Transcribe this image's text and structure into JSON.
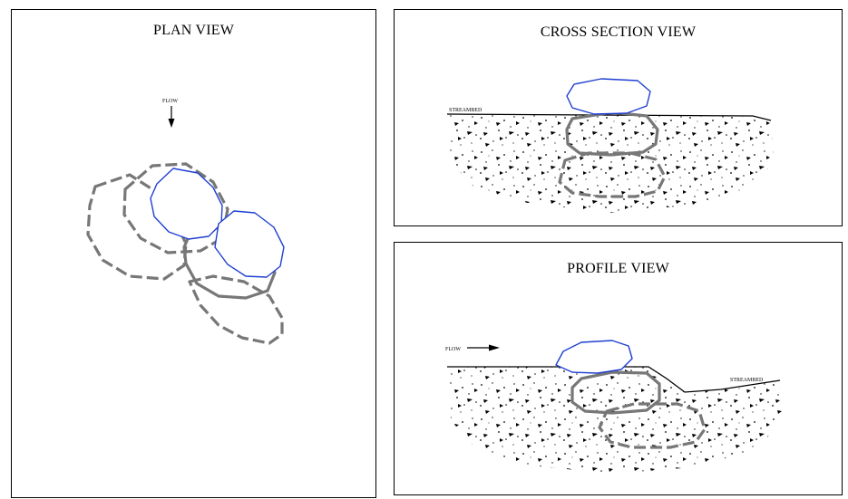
{
  "plan": {
    "title": "PLAN VIEW",
    "flow_label": "FLOW"
  },
  "cross_section": {
    "title": "CROSS SECTION VIEW",
    "streambed_label": "STREAMBED"
  },
  "profile": {
    "title": "PROFILE VIEW",
    "flow_label": "FLOW",
    "streambed_label": "STREAMBED"
  },
  "colors": {
    "top_rock": "#1f3fd1",
    "buried_rock": "#777777",
    "outline": "#000000"
  }
}
